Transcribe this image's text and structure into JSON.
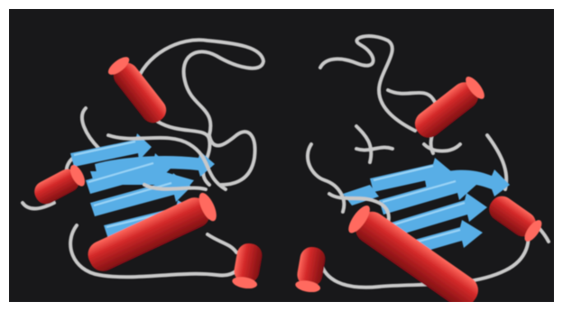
{
  "image": {
    "subject": "protein-ribbon-dimer",
    "background_color": "#18181a",
    "frame_color": "#ffffff",
    "colors": {
      "helix": "#d42a2a",
      "helix_highlight": "#ff6a5e",
      "helix_shadow": "#7e0f12",
      "strand": "#58aee6",
      "strand_highlight": "#9ad4f6",
      "coil": "#c8c8c8"
    },
    "icons": {
      "helix": "red-cylinder",
      "strand": "blue-arrow",
      "coil": "white-tube"
    }
  }
}
